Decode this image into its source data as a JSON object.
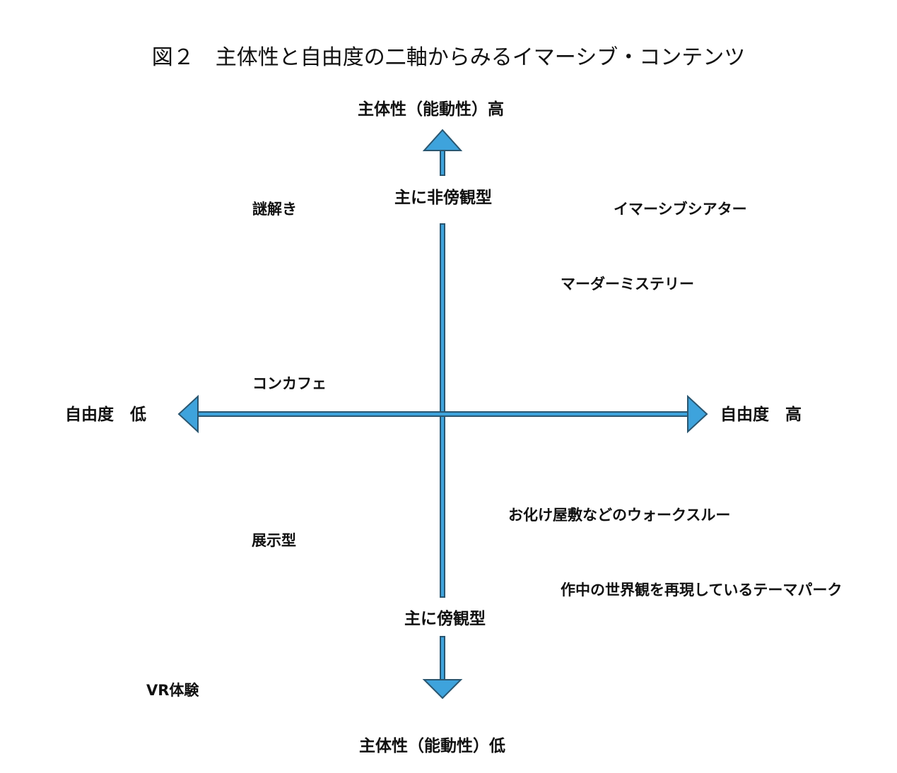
{
  "title": "図２　主体性と自由度の二軸からみるイマーシブ・コンテンツ",
  "axes": {
    "top": "主体性（能動性）高",
    "bottom": "主体性（能動性）低",
    "left": "自由度　低",
    "right": "自由度　高",
    "upper_mid": "主に非傍観型",
    "lower_mid": "主に傍観型"
  },
  "items": [
    "謎解き",
    "イマーシブシアター",
    "マーダーミステリー",
    "コンカフェ",
    "お化け屋敷などのウォークスルー",
    "展示型",
    "作中の世界観を再現しているテーマパーク",
    "VR体験"
  ],
  "colors": {
    "arrow_fill": "#3ea3dc",
    "arrow_stroke": "#2a5670"
  }
}
